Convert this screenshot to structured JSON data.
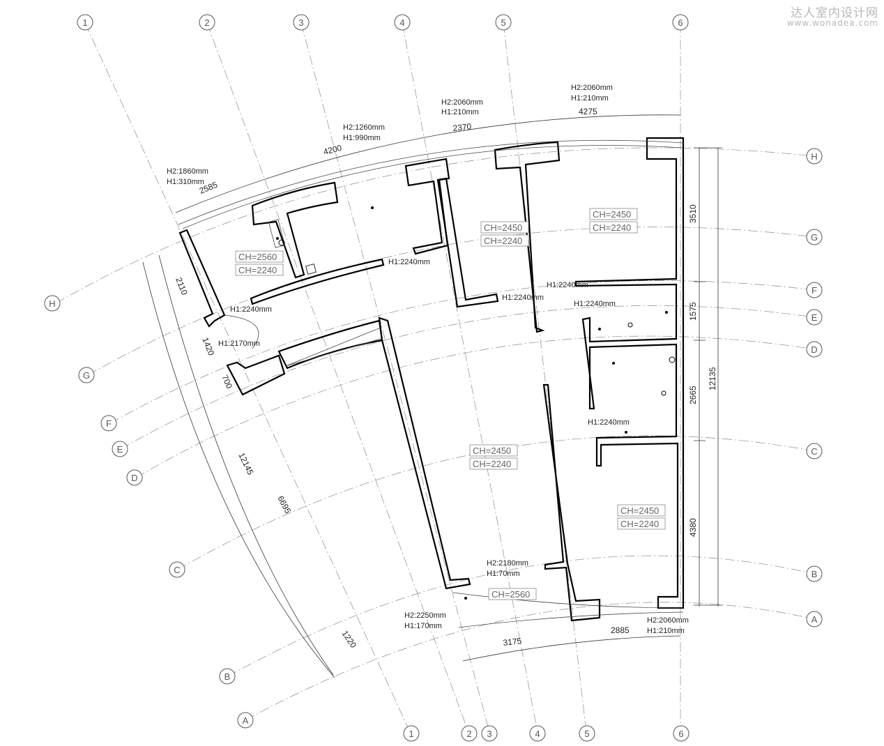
{
  "watermark": {
    "cn": "达人室内设计网",
    "url": "www.wonadea.com"
  },
  "grid_top": [
    "1",
    "2",
    "3",
    "4",
    "5",
    "6"
  ],
  "grid_bottom": [
    "1",
    "2",
    "3",
    "4",
    "5",
    "6"
  ],
  "grid_right": [
    "H",
    "G",
    "F",
    "E",
    "D",
    "C",
    "B",
    "A"
  ],
  "grid_left": [
    "H",
    "G",
    "F",
    "E",
    "D",
    "C",
    "B",
    "A"
  ],
  "top_dims": [
    "2585",
    "4200",
    "2370",
    "4275"
  ],
  "bottom_dims": [
    "3175",
    "2885"
  ],
  "right_dims": [
    "3510",
    "1575",
    "2665",
    "4380"
  ],
  "right_total": "12135",
  "left_dims": [
    "2110",
    "1420",
    "700",
    "6695",
    "1220"
  ],
  "left_total": "12145",
  "window_notes": [
    {
      "h2": "H2:1860mm",
      "h1": "H1:310mm"
    },
    {
      "h2": "H2:1260mm",
      "h1": "H1:990mm"
    },
    {
      "h2": "H2:2060mm",
      "h1": "H1:210mm"
    },
    {
      "h2": "H2:2060mm",
      "h1": "H1:210mm"
    },
    {
      "h2": "H2:2180mm",
      "h1": "H1:70mm"
    },
    {
      "h2": "H2:2250mm",
      "h1": "H1:170mm"
    },
    {
      "h2": "H2:2060mm",
      "h1": "H1:210mm"
    }
  ],
  "door_notes": [
    "H1:2240mm",
    "H1:2240mm",
    "H1:2240mm",
    "H1:2240mm",
    "H1:2240mm",
    "H1:2240mm",
    "H1:2170mm"
  ],
  "ceiling_tags": [
    "CH=2560",
    "CH=2450",
    "CH=2450",
    "CH=2450",
    "CH=2450",
    "CH=2560"
  ],
  "beam_tags": [
    "CH=2240",
    "CH=2240",
    "CH=2240",
    "CH=2240",
    "CH=2240"
  ]
}
